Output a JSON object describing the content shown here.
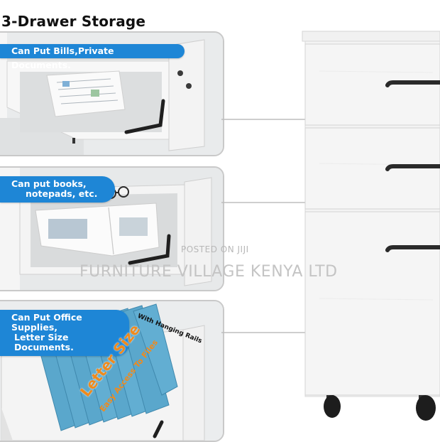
{
  "title": "3-Drawer Storage",
  "callouts": {
    "bills": "Can Put Bills,Private Documents.",
    "books_line1": "Can put books,",
    "books_line2": "notepads, etc.",
    "office_line1": "Can Put Office Supplies,",
    "office_line2": "Letter Size Documents."
  },
  "folder_labels": {
    "hanging_rails": "With Hanging Rails",
    "letter_size": "Letter Size",
    "easy_access": "Easy Access To Files"
  },
  "watermark": {
    "line1": "POSTED ON JIJI",
    "line2": "FURNITURE VILLAGE KENYA LTD"
  },
  "colors": {
    "callout_blue": "#1e86d6",
    "folder_blue": "#5aa7cc",
    "cabinet_white": "#f2f2f2",
    "handle": "#2a2a2a",
    "label_orange": "#f08a1c"
  }
}
